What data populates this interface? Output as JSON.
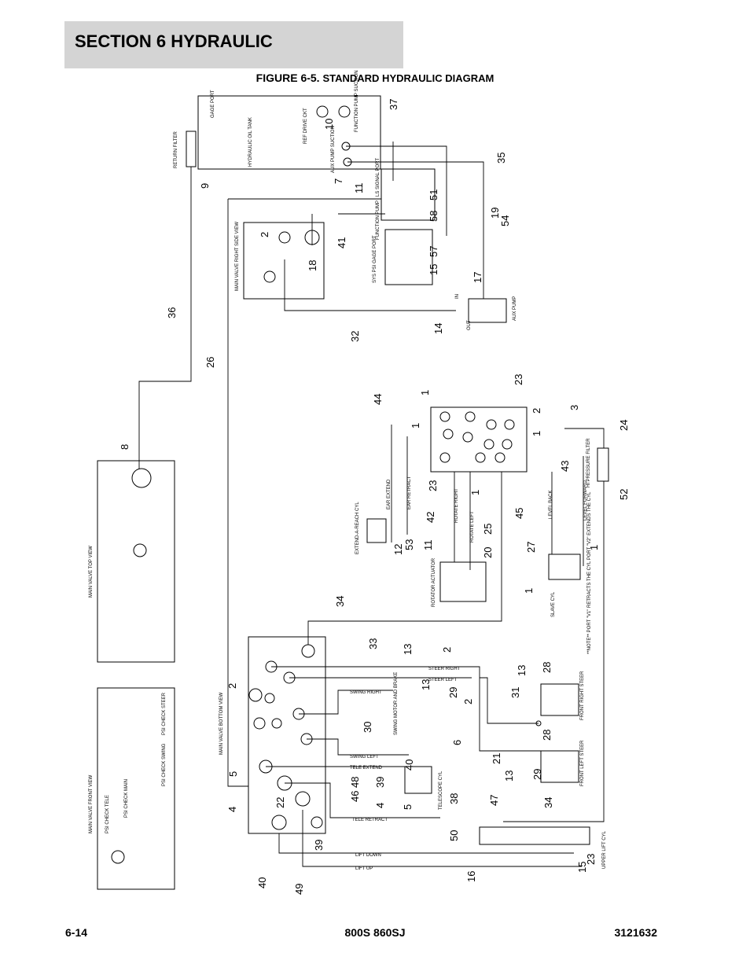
{
  "header": {
    "section": "SECTION 6 HYDRAULIC",
    "figure_number": "FIGURE 6-5.",
    "figure_title": "STANDARD HYDRAULIC DIAGRAM"
  },
  "labels": {
    "return_filter": "RETURN FILTER",
    "hydraulic_oil_tank": "HYDRAULIC OIL TANK",
    "gage_port": "GAGE PORT",
    "function_pump_suction": "FUNCTION PUMP SUCTION",
    "ref_drive_ckt": "REF DRIVE CKT",
    "aux_pump_suction": "AUX PUMP SUCTION",
    "ls_signal_port": "LS SIGNAL PORT",
    "function_pump": "FUNCTION PUMP",
    "sys_psi_gage_port": "SYS PSI GAGE PORT",
    "main_valve_right_side_view": "MAIN VALVE RIGHT SIDE VIEW",
    "aux_pump": "AUX PUMP",
    "main_valve_top_view": "MAIN VALVE TOP VIEW",
    "main_valve_front_view": "MAIN VALVE FRONT VIEW",
    "main_valve_bottom_view": "MAIN VALVE BOTTOM VIEW",
    "ear_extend": "EAR EXTEND",
    "ear_retract": "EAR RETRACT",
    "rotate_right": "ROTATE RIGHT",
    "rotate_left": "ROTATE LEFT",
    "level_back": "LEVEL BACK",
    "level_forward": "LEVEL FORWARD",
    "hi_pressure_filter": "HI PRESSURE FILTER",
    "extend_a_reach_cyl": "EXTEND-A-REACH CYL",
    "rotator_actuator": "ROTATOR ACTUATOR",
    "slave_cyl": "SLAVE CYL",
    "note_v1": "**NOTE** PORT \"V1\" RETRACTS THE CYL PORT \"V2\" EXTENDS THE CYL",
    "steer_right": "STEER RIGHT",
    "steer_left": "STEER LEFT",
    "swing_right": "SWING RIGHT",
    "swing_left": "SWING LEFT",
    "swing_motor_and_brake": "SWING MOTOR AND BRAKE",
    "tele_extend": "TELE EXTEND",
    "tele_retract": "TELE RETRACT",
    "telescope_cyl": "TELESCOPE CYL",
    "front_right_steer": "FRONT RIGHT STEER",
    "front_left_steer": "FRONT LEFT STEER",
    "lift_down": "LIFT DOWN",
    "lift_up": "LIFT UP",
    "upper_lift_cyl": "UPPER LIFT CYL",
    "psi_check_steer": "PSI CHECK STEER",
    "psi_check_swing": "PSI CHECK SWING",
    "psi_check_main": "PSI CHECK MAIN",
    "psi_check_tele": "PSI CHECK TELE",
    "in": "IN",
    "out": "OUT"
  },
  "callouts": [
    "37",
    "10",
    "35",
    "7",
    "9",
    "11",
    "51",
    "58",
    "19",
    "54",
    "2",
    "18",
    "41",
    "57",
    "15",
    "17",
    "36",
    "32",
    "14",
    "26",
    "1",
    "44",
    "23",
    "1",
    "2",
    "1",
    "3",
    "24",
    "23",
    "43",
    "52",
    "1",
    "42",
    "25",
    "45",
    "53",
    "12",
    "11",
    "20",
    "27",
    "1",
    "1",
    "34",
    "8",
    "33",
    "13",
    "2",
    "2",
    "13",
    "2",
    "29",
    "13",
    "28",
    "31",
    "30",
    "6",
    "5",
    "40",
    "48",
    "39",
    "46",
    "4",
    "4",
    "5",
    "22",
    "21",
    "28",
    "29",
    "13",
    "34",
    "38",
    "47",
    "50",
    "39",
    "40",
    "49",
    "16",
    "15",
    "23"
  ],
  "footer": {
    "page": "6-14",
    "model": "800S 860SJ",
    "doc_number": "3121632"
  }
}
